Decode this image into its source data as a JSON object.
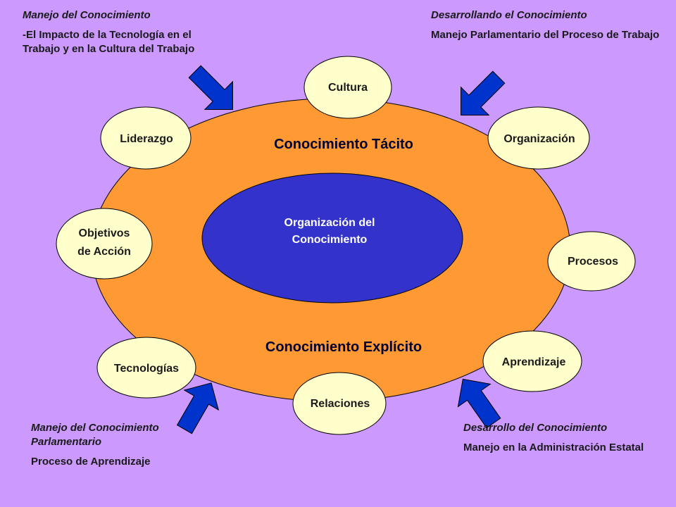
{
  "center": {
    "line1": "Organización del",
    "line2": "Conocimiento"
  },
  "zones": {
    "top": "Conocimiento Tácito",
    "bottom": "Conocimiento Explícito"
  },
  "nodes": {
    "cultura": "Cultura",
    "organizacion": "Organización",
    "procesos": "Procesos",
    "aprendizaje": "Aprendizaje",
    "relaciones": "Relaciones",
    "tecnologias": "Tecnologías",
    "objetivos_line1": "Objetivos",
    "objetivos_line2": "de Acción",
    "liderazgo": "Liderazgo"
  },
  "notes": {
    "top_left": {
      "heading": "Manejo del Conocimiento",
      "body": "-El Impacto de la Tecnología en el Trabajo y en la Cultura del Trabajo"
    },
    "top_right": {
      "heading": "Desarrollando el Conocimiento",
      "body": "Manejo Parlamentario del Proceso de Trabajo"
    },
    "bottom_left": {
      "heading": "Manejo del Conocimiento Parlamentario",
      "body": "Proceso de Aprendizaje"
    },
    "bottom_right": {
      "heading": "Desarrollo del Conocimiento",
      "body": "Manejo en la Administración Estatal"
    }
  },
  "colors": {
    "background": "#cc99ff",
    "outer_ellipse": "#ff9933",
    "inner_ellipse": "#3333cc",
    "node_fill": "#ffffcc",
    "arrow_fill": "#0033cc",
    "core_text": "#ffffff"
  }
}
